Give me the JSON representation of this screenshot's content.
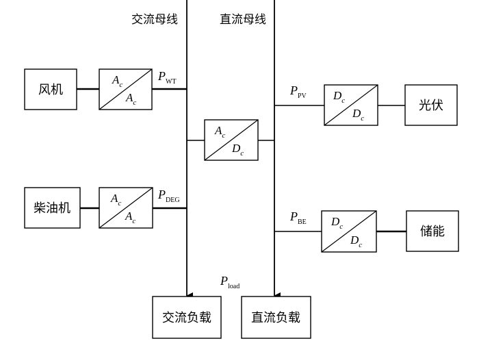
{
  "bus_labels": {
    "ac_bus": "交流母线",
    "dc_bus": "直流母线"
  },
  "sources": {
    "wind_turbine": "风机",
    "diesel_generator": "柴油机",
    "photovoltaic": "光伏",
    "energy_storage": "储能"
  },
  "loads": {
    "ac_load": "交流负载",
    "dc_load": "直流负载"
  },
  "converters": {
    "ac_ac": {
      "top_var": "A",
      "top_sub": "c",
      "bottom_var": "A",
      "bottom_sub": "c"
    },
    "ac_dc": {
      "top_var": "A",
      "top_sub": "c",
      "bottom_var": "D",
      "bottom_sub": "c"
    },
    "dc_dc": {
      "top_var": "D",
      "top_sub": "c",
      "bottom_var": "D",
      "bottom_sub": "c"
    }
  },
  "power_labels": {
    "wt": {
      "var": "P",
      "sub": "WT"
    },
    "deg": {
      "var": "P",
      "sub": "DEG"
    },
    "pv": {
      "var": "P",
      "sub": "PV"
    },
    "be": {
      "var": "P",
      "sub": "BE"
    },
    "load": {
      "var": "P",
      "sub": "load"
    }
  }
}
